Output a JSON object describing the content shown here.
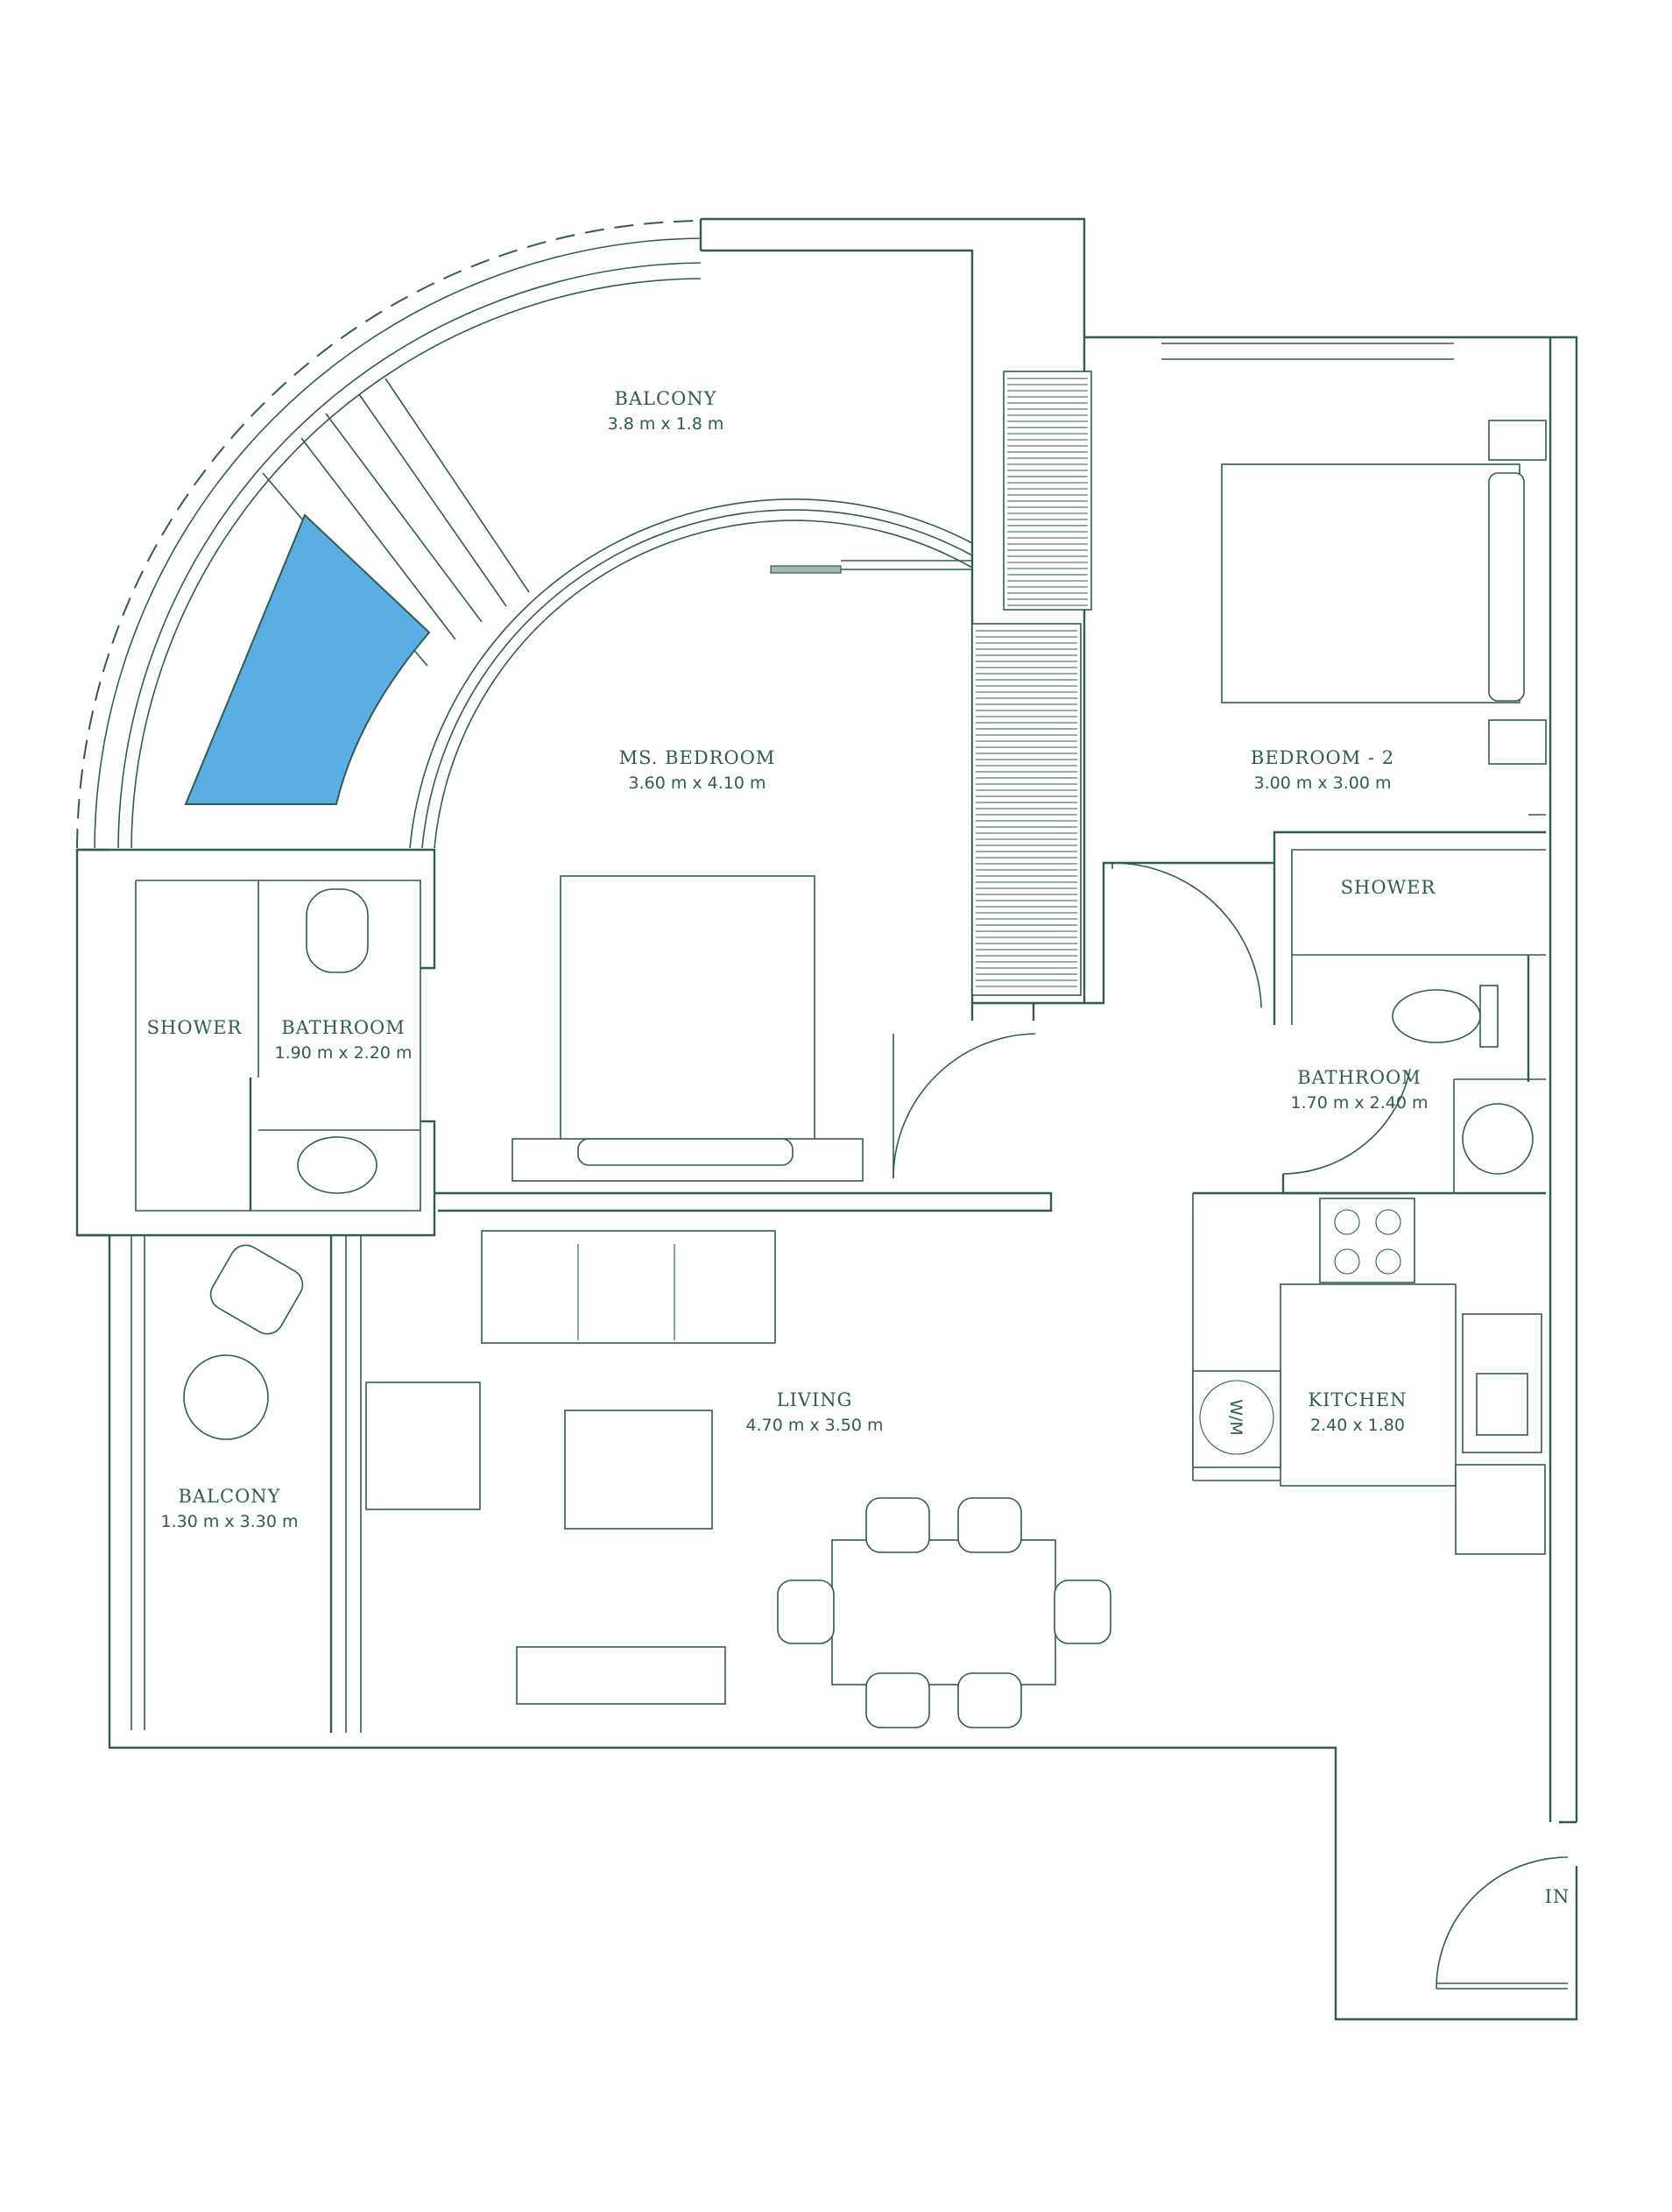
{
  "colors": {
    "line": "#2e5d4e",
    "pool": "#5aaee3",
    "background": "#ffffff"
  },
  "rooms": {
    "balcony_top": {
      "name": "BALCONY",
      "dims": "3.8 m x 1.8 m"
    },
    "master_bedroom": {
      "name": "MS. BEDROOM",
      "dims": "3.60 m x 4.10 m"
    },
    "bedroom_2": {
      "name": "BEDROOM - 2",
      "dims": "3.00 m x 3.00 m"
    },
    "shower_right": {
      "name": "SHOWER"
    },
    "bathroom_right": {
      "name": "BATHROOM",
      "dims": "1.70 m x 2.40 m"
    },
    "shower_left": {
      "name": "SHOWER"
    },
    "bathroom_left": {
      "name": "BATHROOM",
      "dims": "1.90 m x 2.20 m"
    },
    "living": {
      "name": "LIVING",
      "dims": "4.70 m x 3.50 m"
    },
    "kitchen": {
      "name": "KITCHEN",
      "dims": "2.40 x 1.80"
    },
    "balcony_left": {
      "name": "BALCONY",
      "dims": "1.30 m x 3.30 m"
    },
    "entrance": {
      "name": "IN"
    }
  },
  "appliances": {
    "washing_machine": "W/M"
  }
}
